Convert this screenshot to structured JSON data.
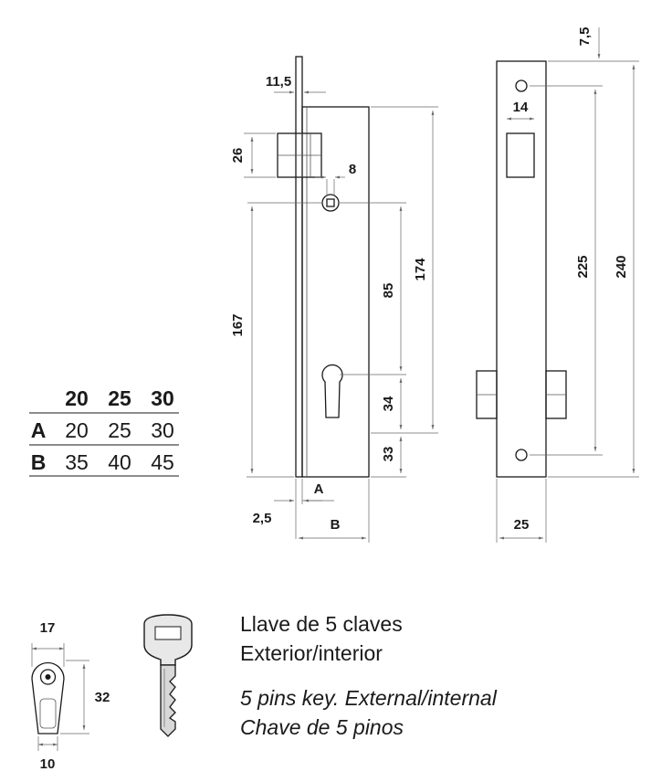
{
  "dimensions": {
    "faceplate_thickness": "11,5",
    "latch_height": "26",
    "follower_square": "8",
    "cylinder_to_top": "174",
    "follower_to_cylinder": "85",
    "follower_from_bottom": "167",
    "cylinder_center_offset": "34",
    "cylinder_bottom": "33",
    "faceplate_gap": "2,5",
    "backset": "A",
    "case_depth": "B",
    "top_offset": "7,5",
    "latch_width": "14",
    "screw_distance": "225",
    "total_length": "240",
    "faceplate_width": "25",
    "cylinder_width": "17",
    "cylinder_height": "32",
    "cylinder_neck": "10"
  },
  "table": {
    "headers": [
      "20",
      "25",
      "30"
    ],
    "rows": [
      {
        "label": "A",
        "values": [
          "20",
          "25",
          "30"
        ]
      },
      {
        "label": "B",
        "values": [
          "35",
          "40",
          "45"
        ]
      }
    ]
  },
  "description": {
    "line1": "Llave de 5 claves",
    "line2": "Exterior/interior",
    "line3": "5 pins key. External/internal",
    "line4": "Chave de 5 pinos"
  }
}
